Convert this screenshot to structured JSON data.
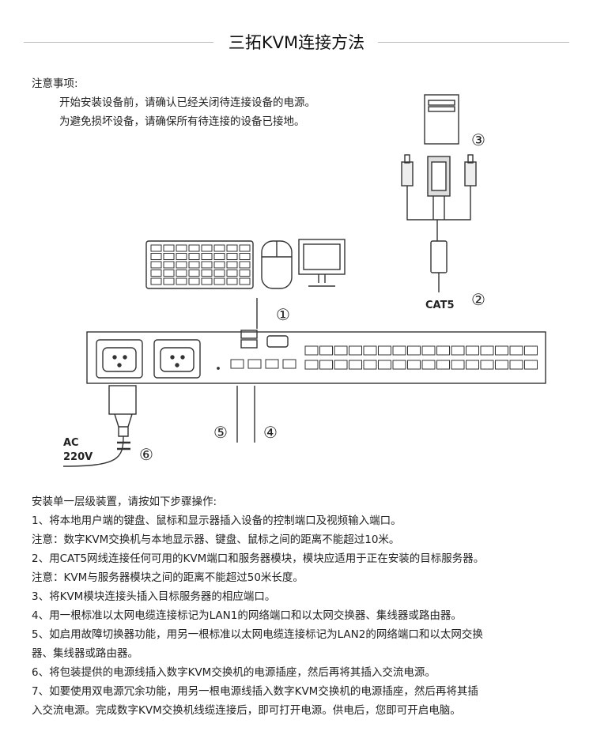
{
  "title": "三拓KVM连接方法",
  "notes": {
    "heading": "注意事项:",
    "lines": [
      "开始安装设备前，请确认已经关闭待连接设备的电源。",
      "为避免损坏设备，请确保所有待连接的设备已接地。"
    ]
  },
  "diagram": {
    "labels": {
      "n1": "①",
      "n2": "②",
      "n3": "③",
      "n4": "④",
      "n5": "⑤",
      "n6": "⑥",
      "cat5": "CAT5",
      "ac": "AC",
      "voltage": "220V"
    }
  },
  "steps": {
    "intro": "安装单一层级装置，请按如下步骤操作:",
    "lines": [
      "1、将本地用户端的键盘、鼠标和显示器插入设备的控制端口及视频输入端口。",
      "注意：数字KVM交换机与本地显示器、键盘、鼠标之间的距离不能超过10米。",
      "2、用CAT5网线连接任何可用的KVM端口和服务器模块，模块应适用于正在安装的目标服务器。",
      "注意：KVM与服务器模块之间的距离不能超过50米长度。",
      "3、将KVM模块连接头插入目标服务器的相应端口。",
      "4、用一根标准以太网电缆连接标记为LAN1的网络端口和以太网交换器、集线器或路由器。",
      "5、如启用故障切换器功能，用另一根标准以太网电缆连接标记为LAN2的网络端口和以太网交换",
      "器、集线器或路由器。",
      "6、将包装提供的电源线插入数字KVM交换机的电源插座，然后再将其插入交流电源。",
      "7、如要使用双电源冗余功能，用另一根电源线插入数字KVM交换机的电源插座，然后再将其插",
      "入交流电源。完成数字KVM交换机线缆连接后，即可打开电源。供电后，您即可开启电脑。"
    ]
  }
}
